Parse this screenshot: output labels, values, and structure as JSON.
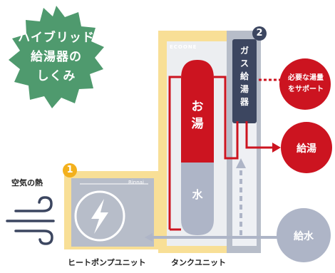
{
  "title": {
    "line1": "ハイブリッド",
    "line2": "給湯器の",
    "line3": "しくみ"
  },
  "tank_unit": {
    "brand": "ECOONE",
    "label": "タンクユニット"
  },
  "gas_unit": {
    "chars": [
      "ガ",
      "ス",
      "給",
      "湯",
      "器"
    ],
    "badge": "2"
  },
  "heat_pump_unit": {
    "brand": "Rinnai",
    "label": "ヒートポンプユニット",
    "badge": "1"
  },
  "tank": {
    "hot_chars": [
      "お",
      "湯"
    ],
    "cold_label": "水"
  },
  "support_circle": {
    "line1": "必要な湯量",
    "line2": "をサポート"
  },
  "hot_water_out": "給湯",
  "water_in": "給水",
  "air_heat_label": "空気の熱",
  "colors": {
    "green": "#4f9a6e",
    "red": "#cc1420",
    "yellow": "#f8df96",
    "gray": "#b7bdc9",
    "navy": "#3c4660",
    "cold": "#aeb5c7"
  }
}
